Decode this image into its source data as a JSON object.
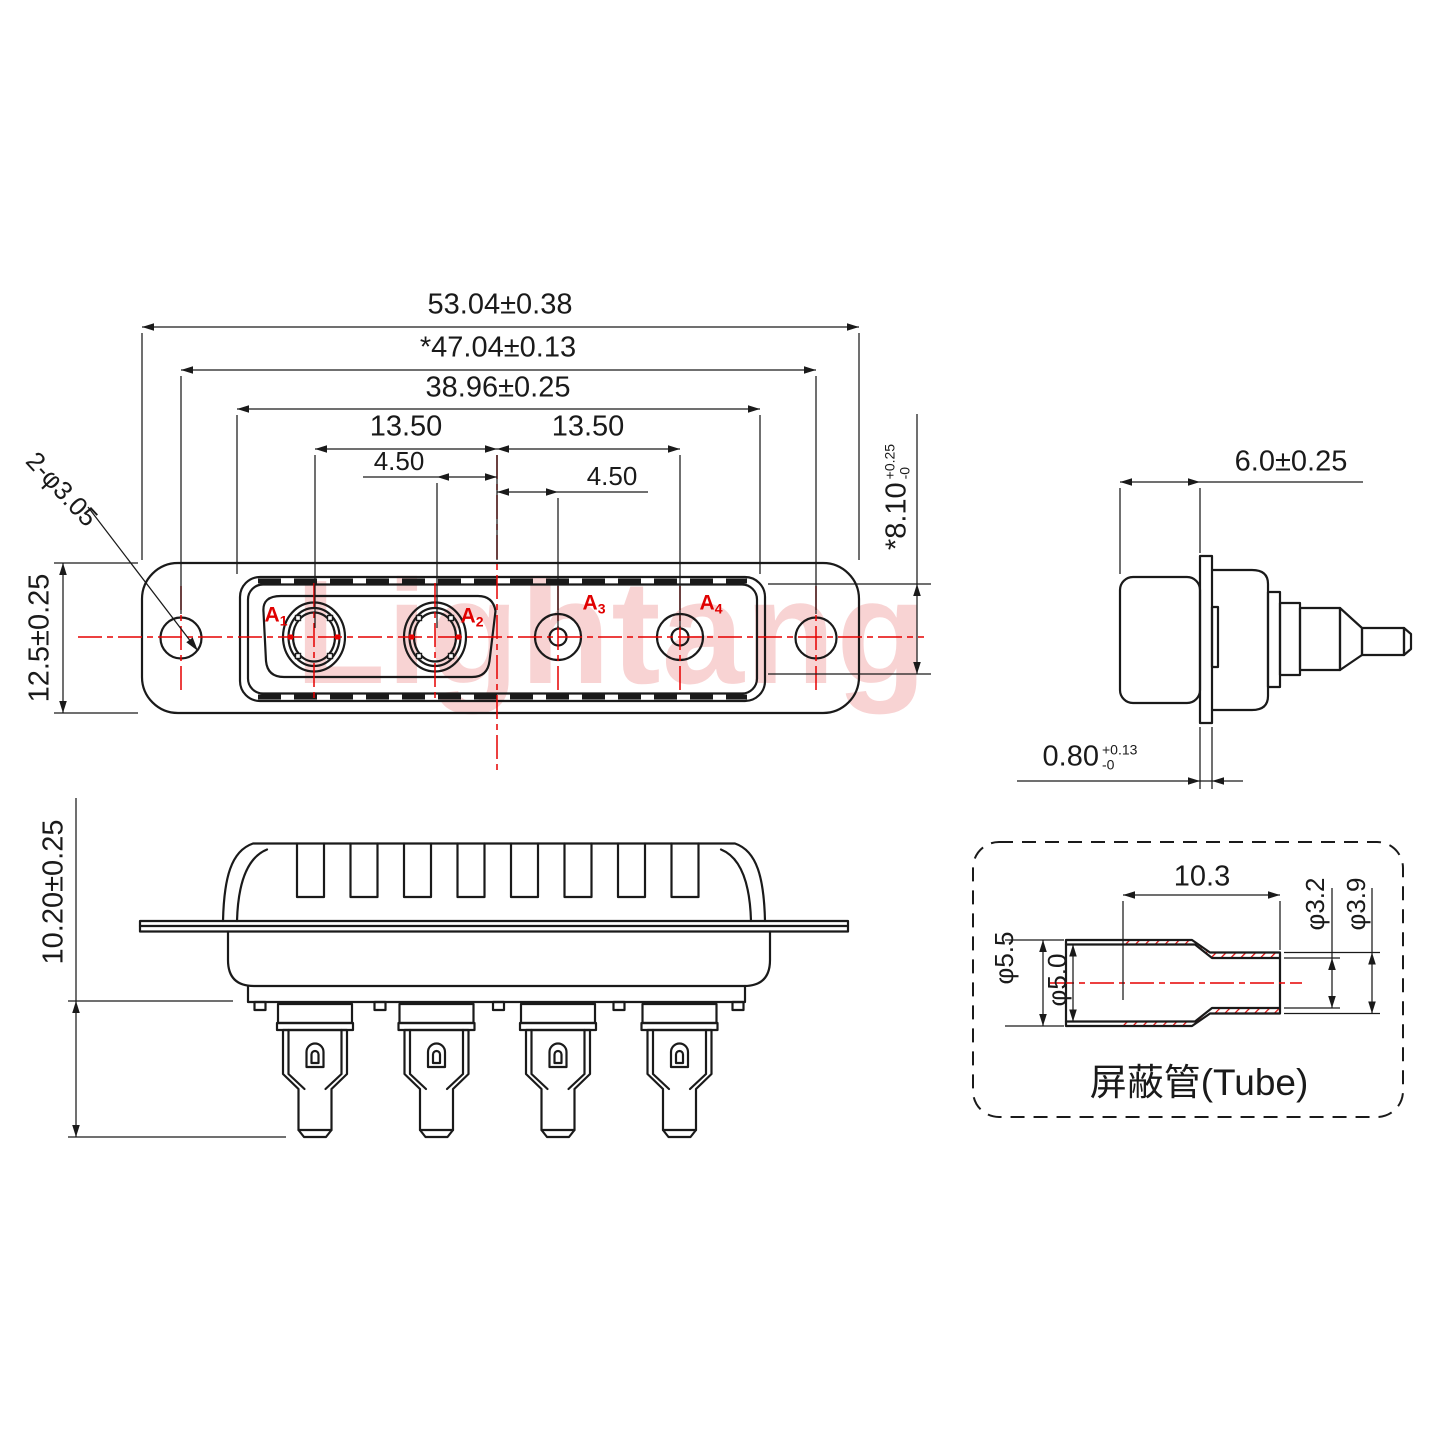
{
  "watermark": "Lightang",
  "colors": {
    "line": "#1a1a1a",
    "accent_red": "#e60000",
    "label_red": "#e00000",
    "watermark_pink": "#e97878",
    "background": "#ffffff"
  },
  "front_view": {
    "dims": {
      "width_outer": "53.04±0.38",
      "width_mount_holes": "*47.04±0.13",
      "width_shell": "38.96±0.25",
      "pitch_left": "13.50",
      "pitch_right": "13.50",
      "offset_left": "4.50",
      "offset_right": "4.50",
      "height_flange": "12.5±0.25",
      "height_shell_value": "*8.10",
      "height_shell_tol_plus": "+0.25",
      "height_shell_tol_minus": "-0",
      "mount_holes": "2-φ3.05"
    },
    "contacts": [
      {
        "main": "A",
        "sub": "1"
      },
      {
        "main": "A",
        "sub": "2"
      },
      {
        "main": "A",
        "sub": "3"
      },
      {
        "main": "A",
        "sub": "4"
      }
    ]
  },
  "side_view": {
    "dims": {
      "depth": "6.0±0.25",
      "plate_value": "0.80",
      "plate_tol_plus": "+0.13",
      "plate_tol_minus": "-0"
    }
  },
  "bottom_view": {
    "dims": {
      "pin_length": "10.20±0.25"
    }
  },
  "tube_view": {
    "title": "屏蔽管(Tube)",
    "dims": {
      "length": "10.3",
      "small_inner_dia": "φ3.2",
      "small_outer_dia": "φ3.9",
      "big_outer_dia": "φ5.5",
      "big_inner_dia": "φ5.0"
    }
  }
}
